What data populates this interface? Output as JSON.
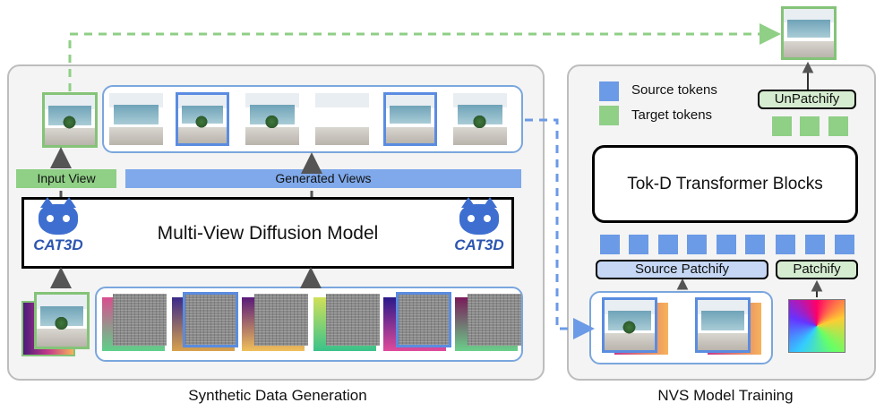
{
  "left_panel": {
    "caption": "Synthetic Data Generation",
    "input_view_label": "Input View",
    "generated_views_label": "Generated Views",
    "model_label": "Multi-View Diffusion Model",
    "logo_text": "CAT3D"
  },
  "right_panel": {
    "caption": "NVS Model Training",
    "legend": [
      {
        "label": "Source tokens",
        "color": "#6b9ae6"
      },
      {
        "label": "Target tokens",
        "color": "#8fcf86"
      }
    ],
    "unpatchify_label": "UnPatchify",
    "transformer_label": "Tok-D Transformer Blocks",
    "source_patchify_label": "Source Patchify",
    "patchify_label": "Patchify"
  },
  "colors": {
    "green": "#84c378",
    "blue": "#5a8ce0",
    "dash_green": "#8fcf86",
    "dash_blue": "#6b9ae6"
  }
}
